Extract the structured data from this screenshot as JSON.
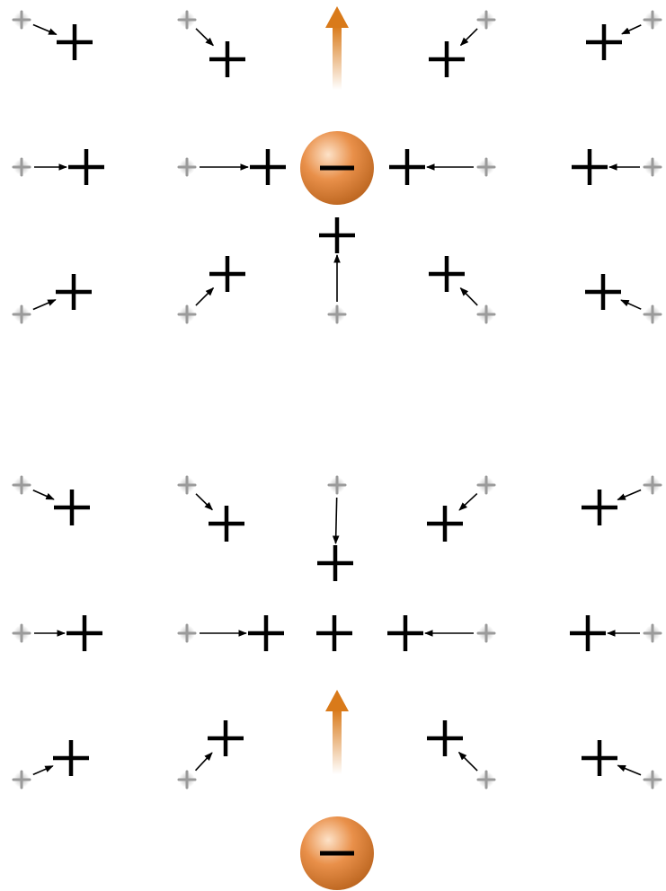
{
  "diagram": {
    "description_free": true,
    "colors": {
      "ion": "#000000",
      "ion_origin": "#9a9a9a",
      "displacement_arrow": "#000000",
      "electron_fill_light": "#fde2c8",
      "electron_fill_mid": "#e9904a",
      "electron_fill_dark": "#b8621c",
      "velocity_arrow": "#d97a1a"
    },
    "icons": {
      "ion": "plus-sign",
      "ion_origin": "faded-plus-star",
      "electron": "minus-sphere",
      "velocity": "up-arrow"
    },
    "panels": [
      {
        "name": "electron-at-center",
        "electron_symbol": "−",
        "ion_symbol": "+"
      },
      {
        "name": "electron-below",
        "electron_symbol": "−",
        "ion_symbol": "+"
      }
    ]
  }
}
